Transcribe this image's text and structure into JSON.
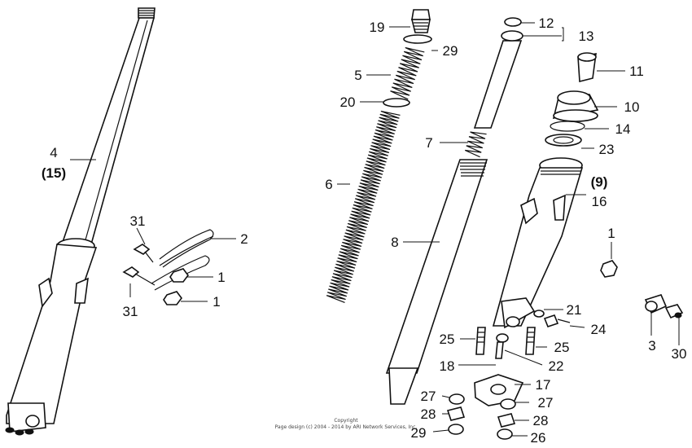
{
  "callouts": {
    "p4": "4",
    "p15": "(15)",
    "p31a": "31",
    "p31b": "31",
    "p2": "2",
    "p1a": "1",
    "p1b": "1",
    "p1c": "1",
    "p19": "19",
    "p29a": "29",
    "p5": "5",
    "p20": "20",
    "p6": "6",
    "p7": "7",
    "p8": "8",
    "p12": "12",
    "p13": "13",
    "p11": "11",
    "p10": "10",
    "p14": "14",
    "p23": "23",
    "p9": "(9)",
    "p16": "16",
    "p21": "21",
    "p24": "24",
    "p25a": "25",
    "p25b": "25",
    "p18": "18",
    "p22": "22",
    "p17": "17",
    "p27a": "27",
    "p27b": "27",
    "p28a": "28",
    "p28b": "28",
    "p29b": "29",
    "p26": "26",
    "p3": "3",
    "p30": "30"
  },
  "copyright": {
    "line1": "Copyright",
    "line2": "Page design (c) 2004 - 2014 by ARI Network Services, Inc."
  }
}
